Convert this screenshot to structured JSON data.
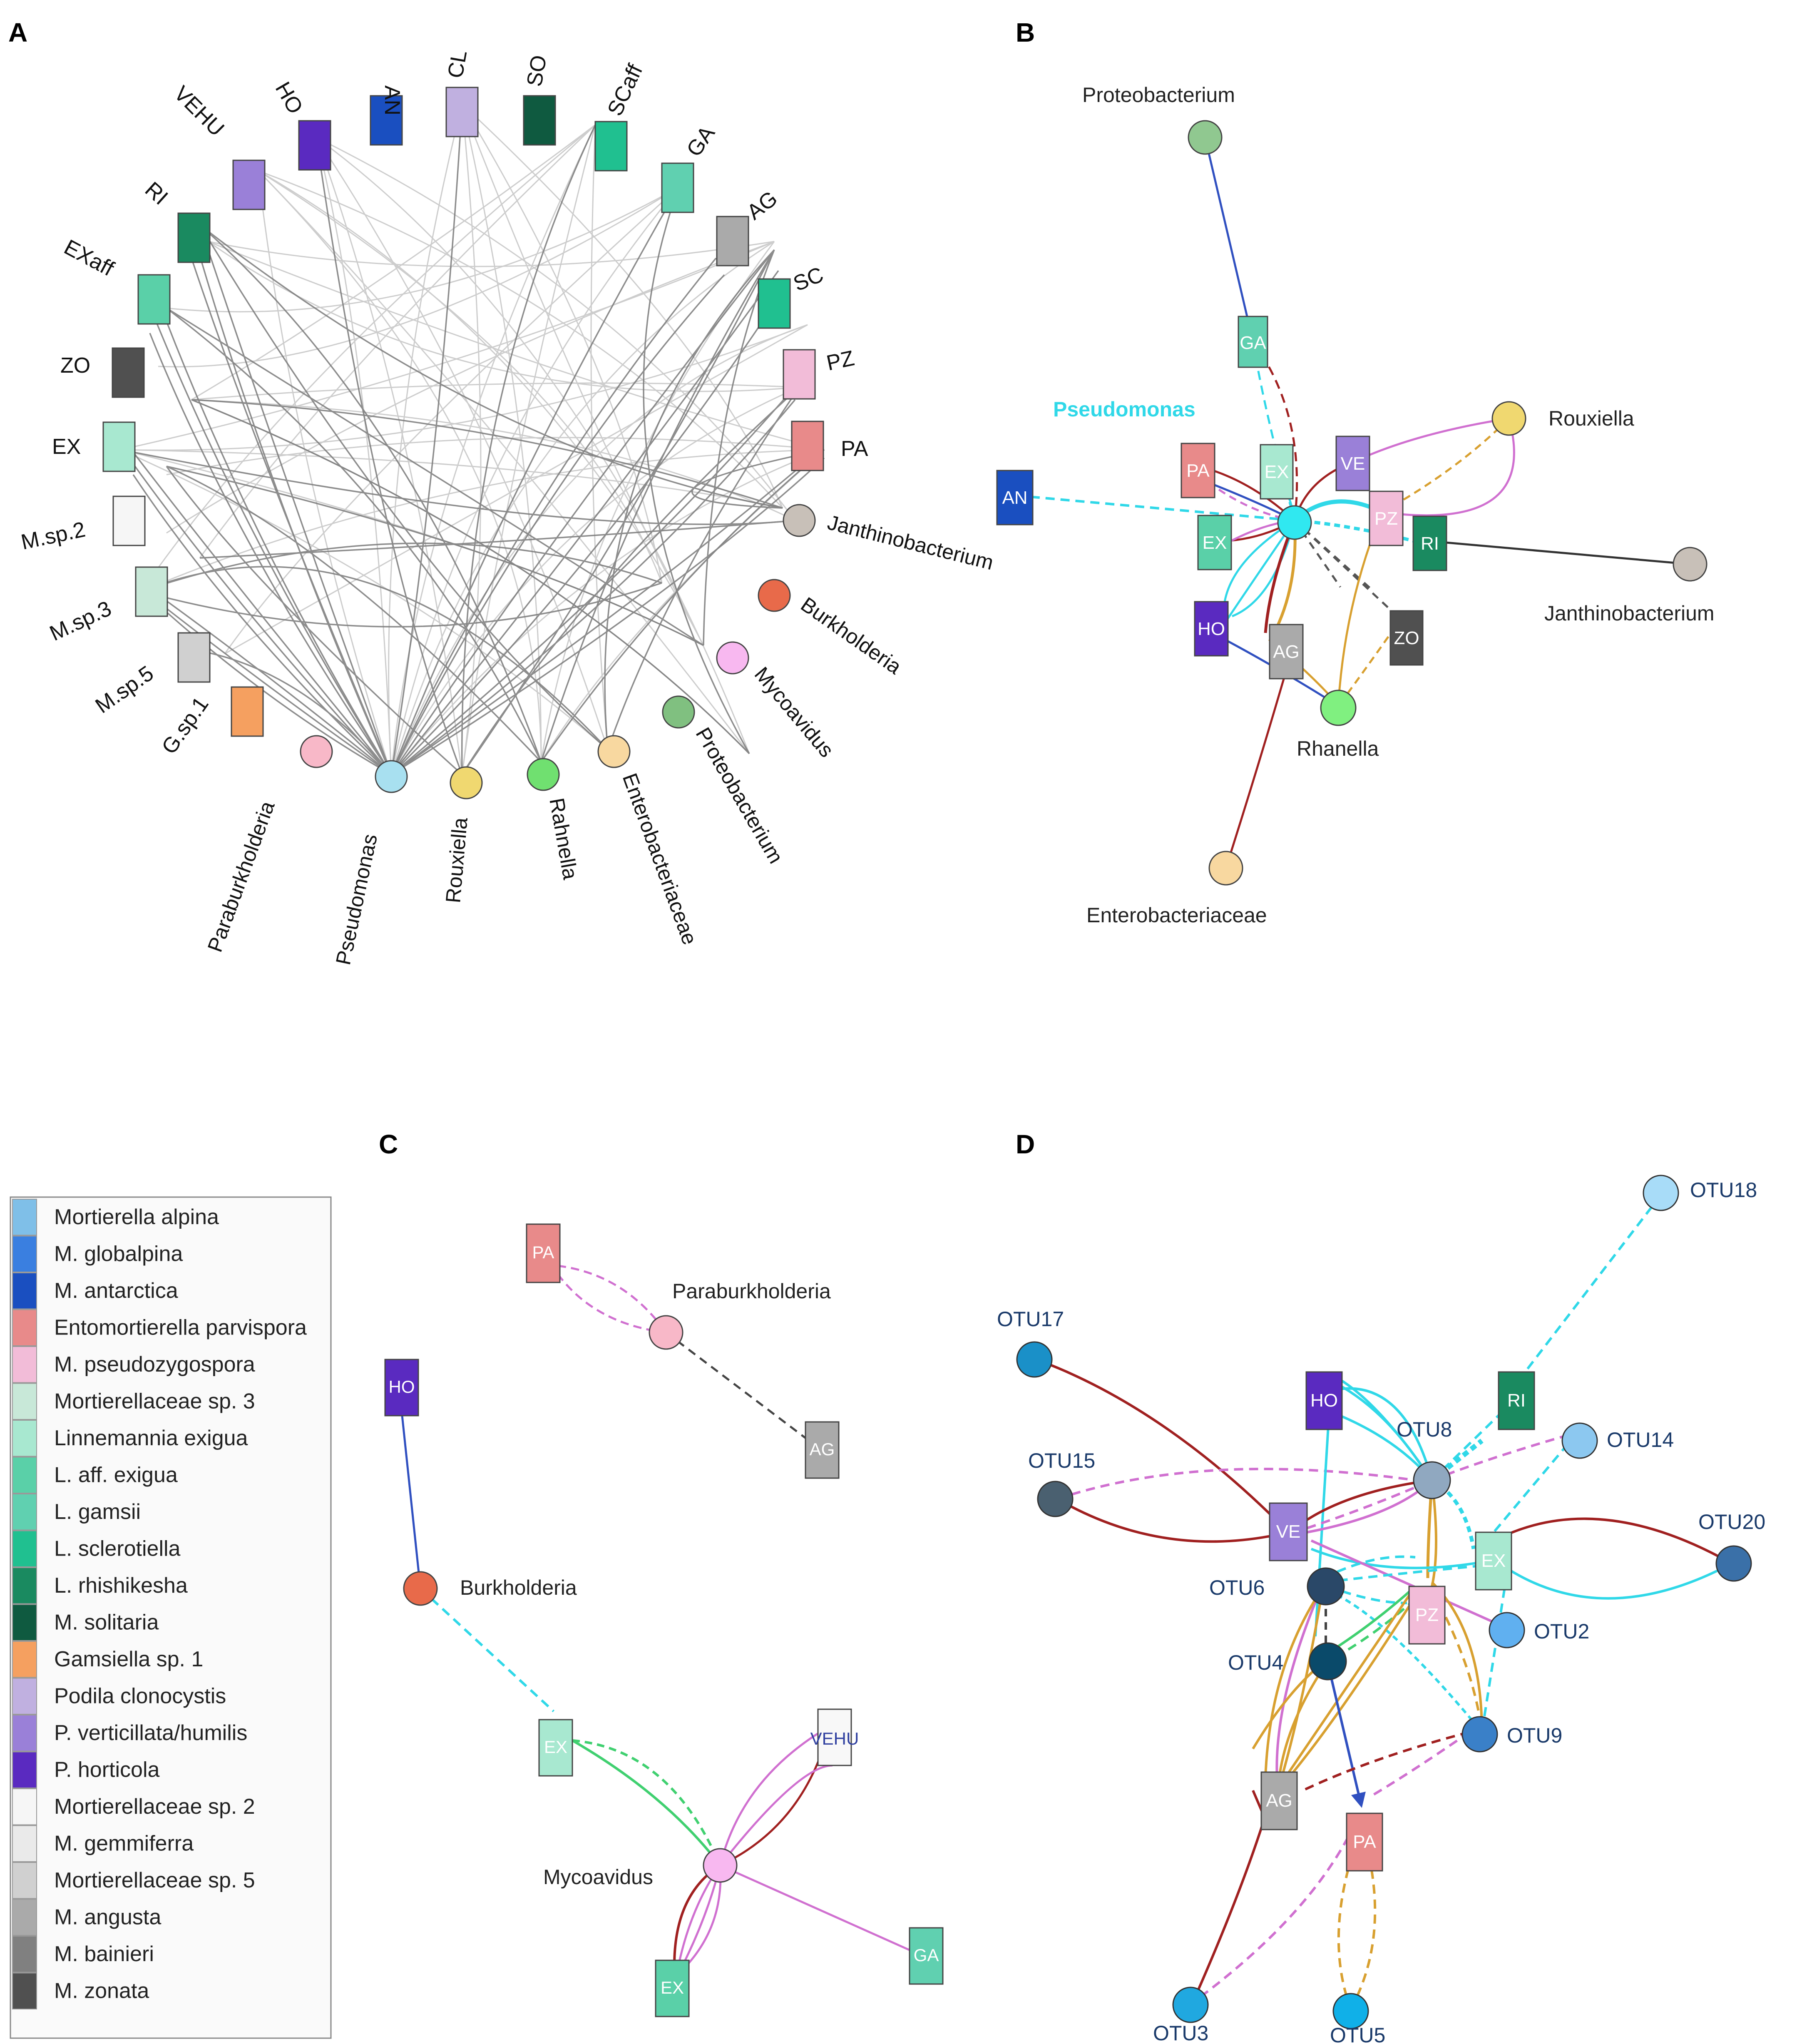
{
  "panels": {
    "A": {
      "letter": "A",
      "fungi": [
        "AN",
        "CL",
        "SO",
        "SCaff",
        "GA",
        "AG",
        "SC",
        "PZ",
        "PA",
        "HO",
        "VEHU",
        "RI",
        "EXaff",
        "ZO",
        "EX",
        "M.sp.2",
        "M.sp.3",
        "M.sp.5",
        "G.sp.1"
      ],
      "bacteria": [
        "Janthinobacterium",
        "Burkholderia",
        "Mycoavidus",
        "Proteobacterium",
        "Enterobacteriaceae",
        "Rahnella",
        "Rouxiella",
        "Pseudomonas",
        "Paraburkholderia"
      ]
    },
    "B": {
      "letter": "B",
      "bacteria": [
        "Proteobacterium",
        "Pseudomonas",
        "Rouxiella",
        "Janthinobacterium",
        "Rhanella",
        "Enterobacteriaceae"
      ],
      "fungi": [
        "GA",
        "AN",
        "PA",
        "EX",
        "VE",
        "PZ",
        "RI",
        "EX",
        "HO",
        "AG",
        "ZO"
      ]
    },
    "C": {
      "letter": "C",
      "bacteria": [
        "Paraburkholderia",
        "Burkholderia",
        "Mycoavidus"
      ],
      "fungi": [
        "PA",
        "HO",
        "AG",
        "EX",
        "VEHU",
        "EX",
        "GA"
      ]
    },
    "D": {
      "letter": "D",
      "otus": [
        "OTU18",
        "OTU17",
        "OTU8",
        "OTU14",
        "OTU15",
        "OTU20",
        "OTU6",
        "OTU2",
        "OTU4",
        "OTU9",
        "OTU3",
        "OTU5"
      ],
      "fungi": [
        "HO",
        "RI",
        "VE",
        "EX",
        "PZ",
        "AG",
        "PA"
      ]
    }
  },
  "legend": {
    "items": [
      {
        "label": "Mortierella alpina",
        "color": "#7fbfe8"
      },
      {
        "label": "M. globalpina",
        "color": "#3a7fe0"
      },
      {
        "label": "M. antarctica",
        "color": "#1a4fc0"
      },
      {
        "label": "Entomortierella parvispora",
        "color": "#e88a8a"
      },
      {
        "label": "M. pseudozygospora",
        "color": "#f2bcd8"
      },
      {
        "label": "Mortierellaceae sp. 3",
        "color": "#c8e8d8"
      },
      {
        "label": "Linnemannia exigua",
        "color": "#a8e8d0"
      },
      {
        "label": "L. aff. exigua",
        "color": "#5ad0a8"
      },
      {
        "label": "L. gamsii",
        "color": "#60d0b0"
      },
      {
        "label": "L. sclerotiella",
        "color": "#20c090"
      },
      {
        "label": "L. rhishikesha",
        "color": "#1a8a60"
      },
      {
        "label": "M. solitaria",
        "color": "#0f5a40"
      },
      {
        "label": "Gamsiella sp. 1",
        "color": "#f5a060"
      },
      {
        "label": "Podila clonocystis",
        "color": "#c0b0e0"
      },
      {
        "label": "P. verticillata/humilis",
        "color": "#9a80d8"
      },
      {
        "label": "P. horticola",
        "color": "#5a2ac0"
      },
      {
        "label": "Mortierellaceae sp. 2",
        "color": "#f6f6f6"
      },
      {
        "label": "M. gemmiferra",
        "color": "#eaeaea"
      },
      {
        "label": "Mortierellaceae sp. 5",
        "color": "#d0d0d0"
      },
      {
        "label": "M. angusta",
        "color": "#aaaaaa"
      },
      {
        "label": "M. bainieri",
        "color": "#808080"
      },
      {
        "label": "M. zonata",
        "color": "#505050"
      }
    ]
  },
  "colors": {
    "pseudomonas": "#7fd8e8",
    "cyan": "#30d8e8",
    "darkred": "#a02020",
    "orange": "#d8a030",
    "magenta": "#d070d0",
    "blue": "#3050c0",
    "green": "#40d070",
    "grey": "#888888"
  }
}
